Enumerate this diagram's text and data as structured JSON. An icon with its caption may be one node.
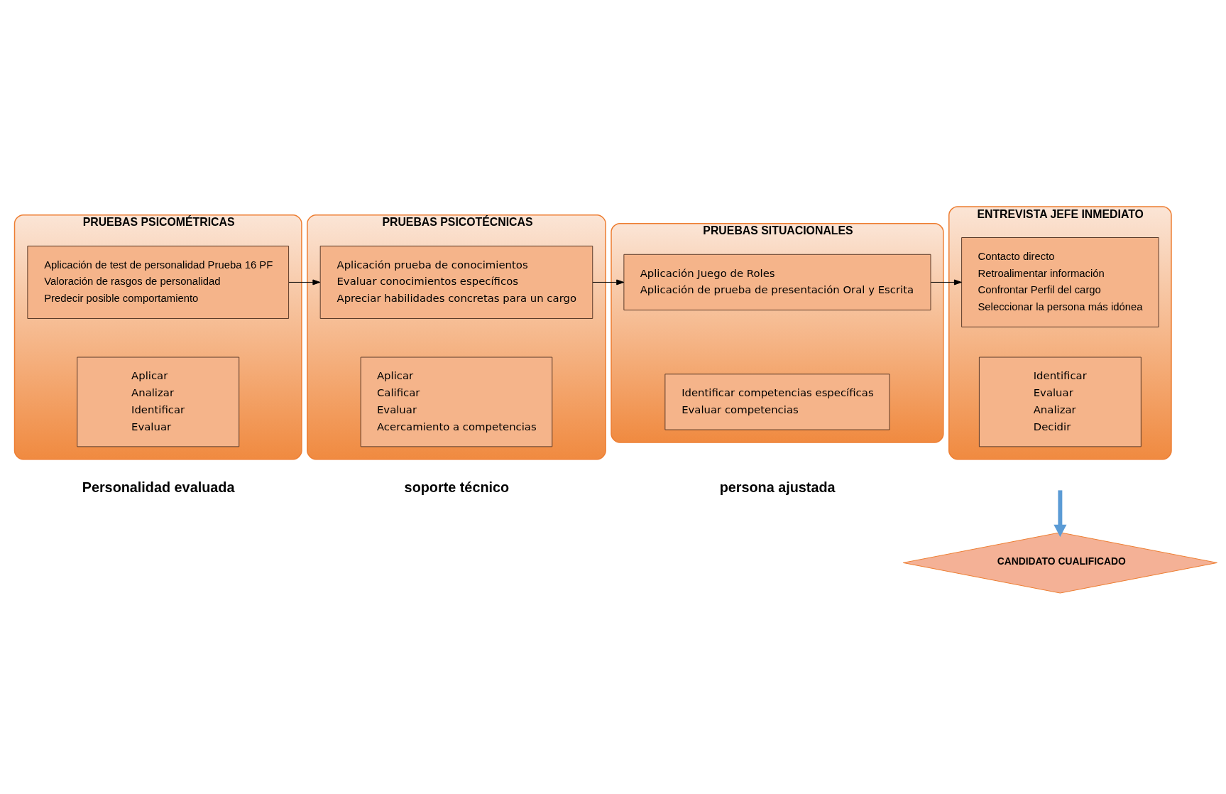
{
  "diagram": {
    "nodes": [
      {
        "text": [
          "PRUEBAS PSICOMÉTRICAS"
        ]
      },
      {
        "text": [
          "Aplicación de test de personalidad Prueba 16 PF",
          "Valoración de rasgos de personalidad",
          "Predecir posible comportamiento"
        ],
        "in": 0
      },
      {
        "text": [
          "Aplicar",
          "Analizar",
          "Identificar",
          "Evaluar"
        ],
        "in": 0
      },
      {
        "text": [
          "PRUEBAS PSICOTÉCNICAS"
        ]
      },
      {
        "text": [
          "Aplicación prueba de conocimientos",
          "Evaluar conocimientos específicos",
          "Apreciar habilidades concretas para un cargo"
        ],
        "in": 3
      },
      {
        "text": [
          "Aplicar",
          "Calificar",
          "Evaluar",
          "Acercamiento a competencias"
        ],
        "in": 3
      },
      {
        "text": [
          "PRUEBAS SITUACIONALES"
        ]
      },
      {
        "text": [
          "Aplicación Juego de Roles",
          "Aplicación de prueba de presentación Oral y Escrita"
        ],
        "in": 6
      },
      {
        "text": [
          "Identificar competencias específicas",
          "Evaluar competencias"
        ],
        "in": 6
      },
      {
        "text": [
          "ENTREVISTA JEFE INMEDIATO"
        ]
      },
      {
        "text": [
          "Contacto directo",
          "Retroalimentar información",
          "Confrontar Perfil del cargo",
          "Seleccionar la persona más idónea"
        ],
        "in": 9
      },
      {
        "text": [
          "Identificar",
          "Evaluar",
          "Analizar",
          "Decidir"
        ],
        "in": 9
      },
      {
        "text": [
          "CANDIDATO CUALIFICADO"
        ]
      }
    ],
    "edges": [
      {
        "from": 1,
        "to": 4,
        "arrow": "to"
      },
      {
        "from": 4,
        "to": 7,
        "arrow": "to"
      },
      {
        "from": 7,
        "to": 10,
        "arrow": "to"
      },
      {
        "from": null,
        "to": 12,
        "arrow": "to",
        "style": "thick",
        "color": "#5b9bd5"
      }
    ],
    "labels": [
      "Personalidad evaluada",
      "soporte técnico",
      "persona ajustada"
    ]
  }
}
